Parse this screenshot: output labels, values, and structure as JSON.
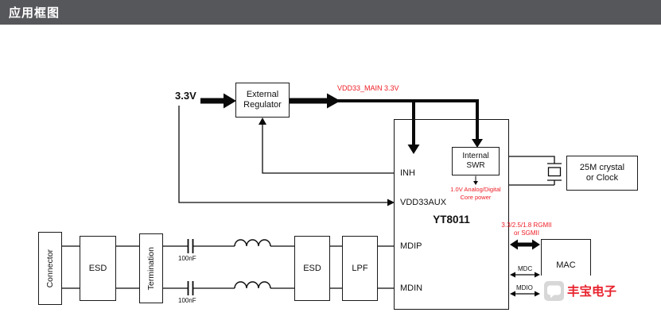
{
  "header": {
    "title": "应用框图"
  },
  "colors": {
    "header_bg": "#56575b",
    "accent_red": "#ed1c24",
    "watermark_red": "#e8232e"
  },
  "power": {
    "supply_label": "3.3V",
    "rail_label": "VDD33_MAIN 3.3V",
    "regulator_line1": "External",
    "regulator_line2": "Regulator"
  },
  "chip": {
    "name": "YT8011",
    "pin_inh": "INH",
    "pin_vdd33aux": "VDD33AUX",
    "pin_mdip": "MDIP",
    "pin_mdin": "MDIN",
    "swr_line1": "Internal",
    "swr_line2": "SWR",
    "core_line1": "1.0V Analog/Digital",
    "core_line2": "Core power"
  },
  "clock": {
    "line1": "25M crystal",
    "line2": "or Clock"
  },
  "chain": {
    "connector": "Connector",
    "esd1": "ESD",
    "termination": "Termination",
    "cap1": "100nF",
    "cap2": "100nF",
    "esd2": "ESD",
    "lpf": "LPF"
  },
  "mac": {
    "label": "MAC",
    "bus_line1": "3.3/2.5/1.8 RGMII",
    "bus_line2": "or SGMII",
    "mdc": "MDC",
    "mdio": "MDIO"
  },
  "watermark": {
    "text": "丰宝电子"
  }
}
